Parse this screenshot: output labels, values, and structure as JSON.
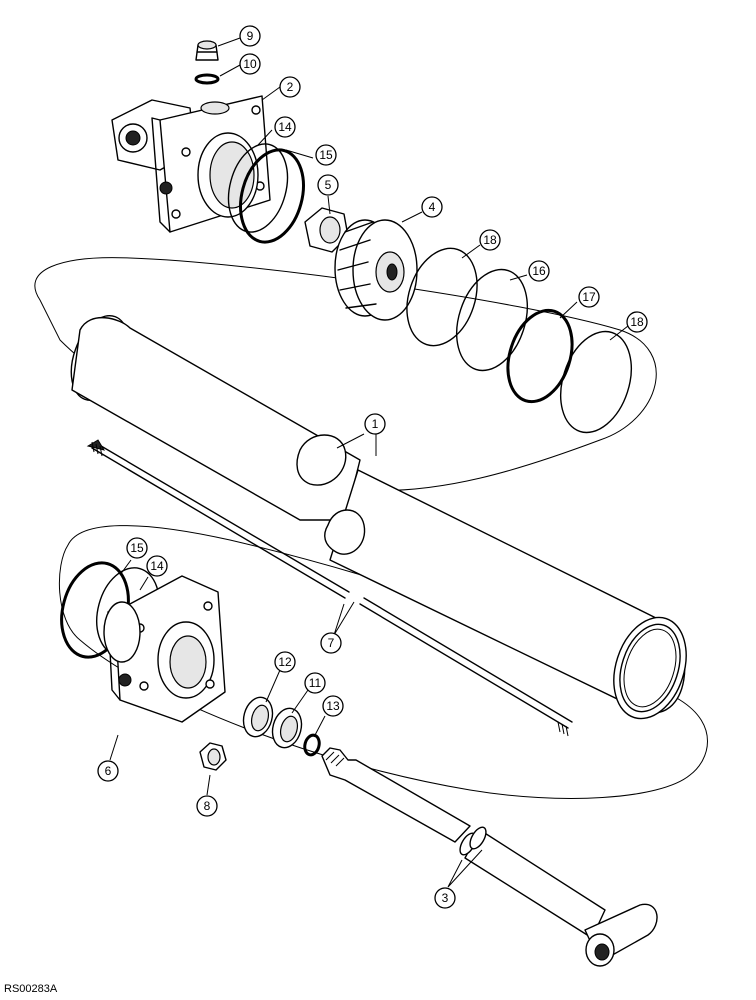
{
  "diagram": {
    "reference_code": "RS00283A",
    "callouts": [
      "9",
      "10",
      "2",
      "14",
      "15",
      "5",
      "4",
      "18",
      "16",
      "17",
      "18",
      "1",
      "15",
      "14",
      "7",
      "12",
      "11",
      "13",
      "6",
      "8",
      "3"
    ]
  }
}
